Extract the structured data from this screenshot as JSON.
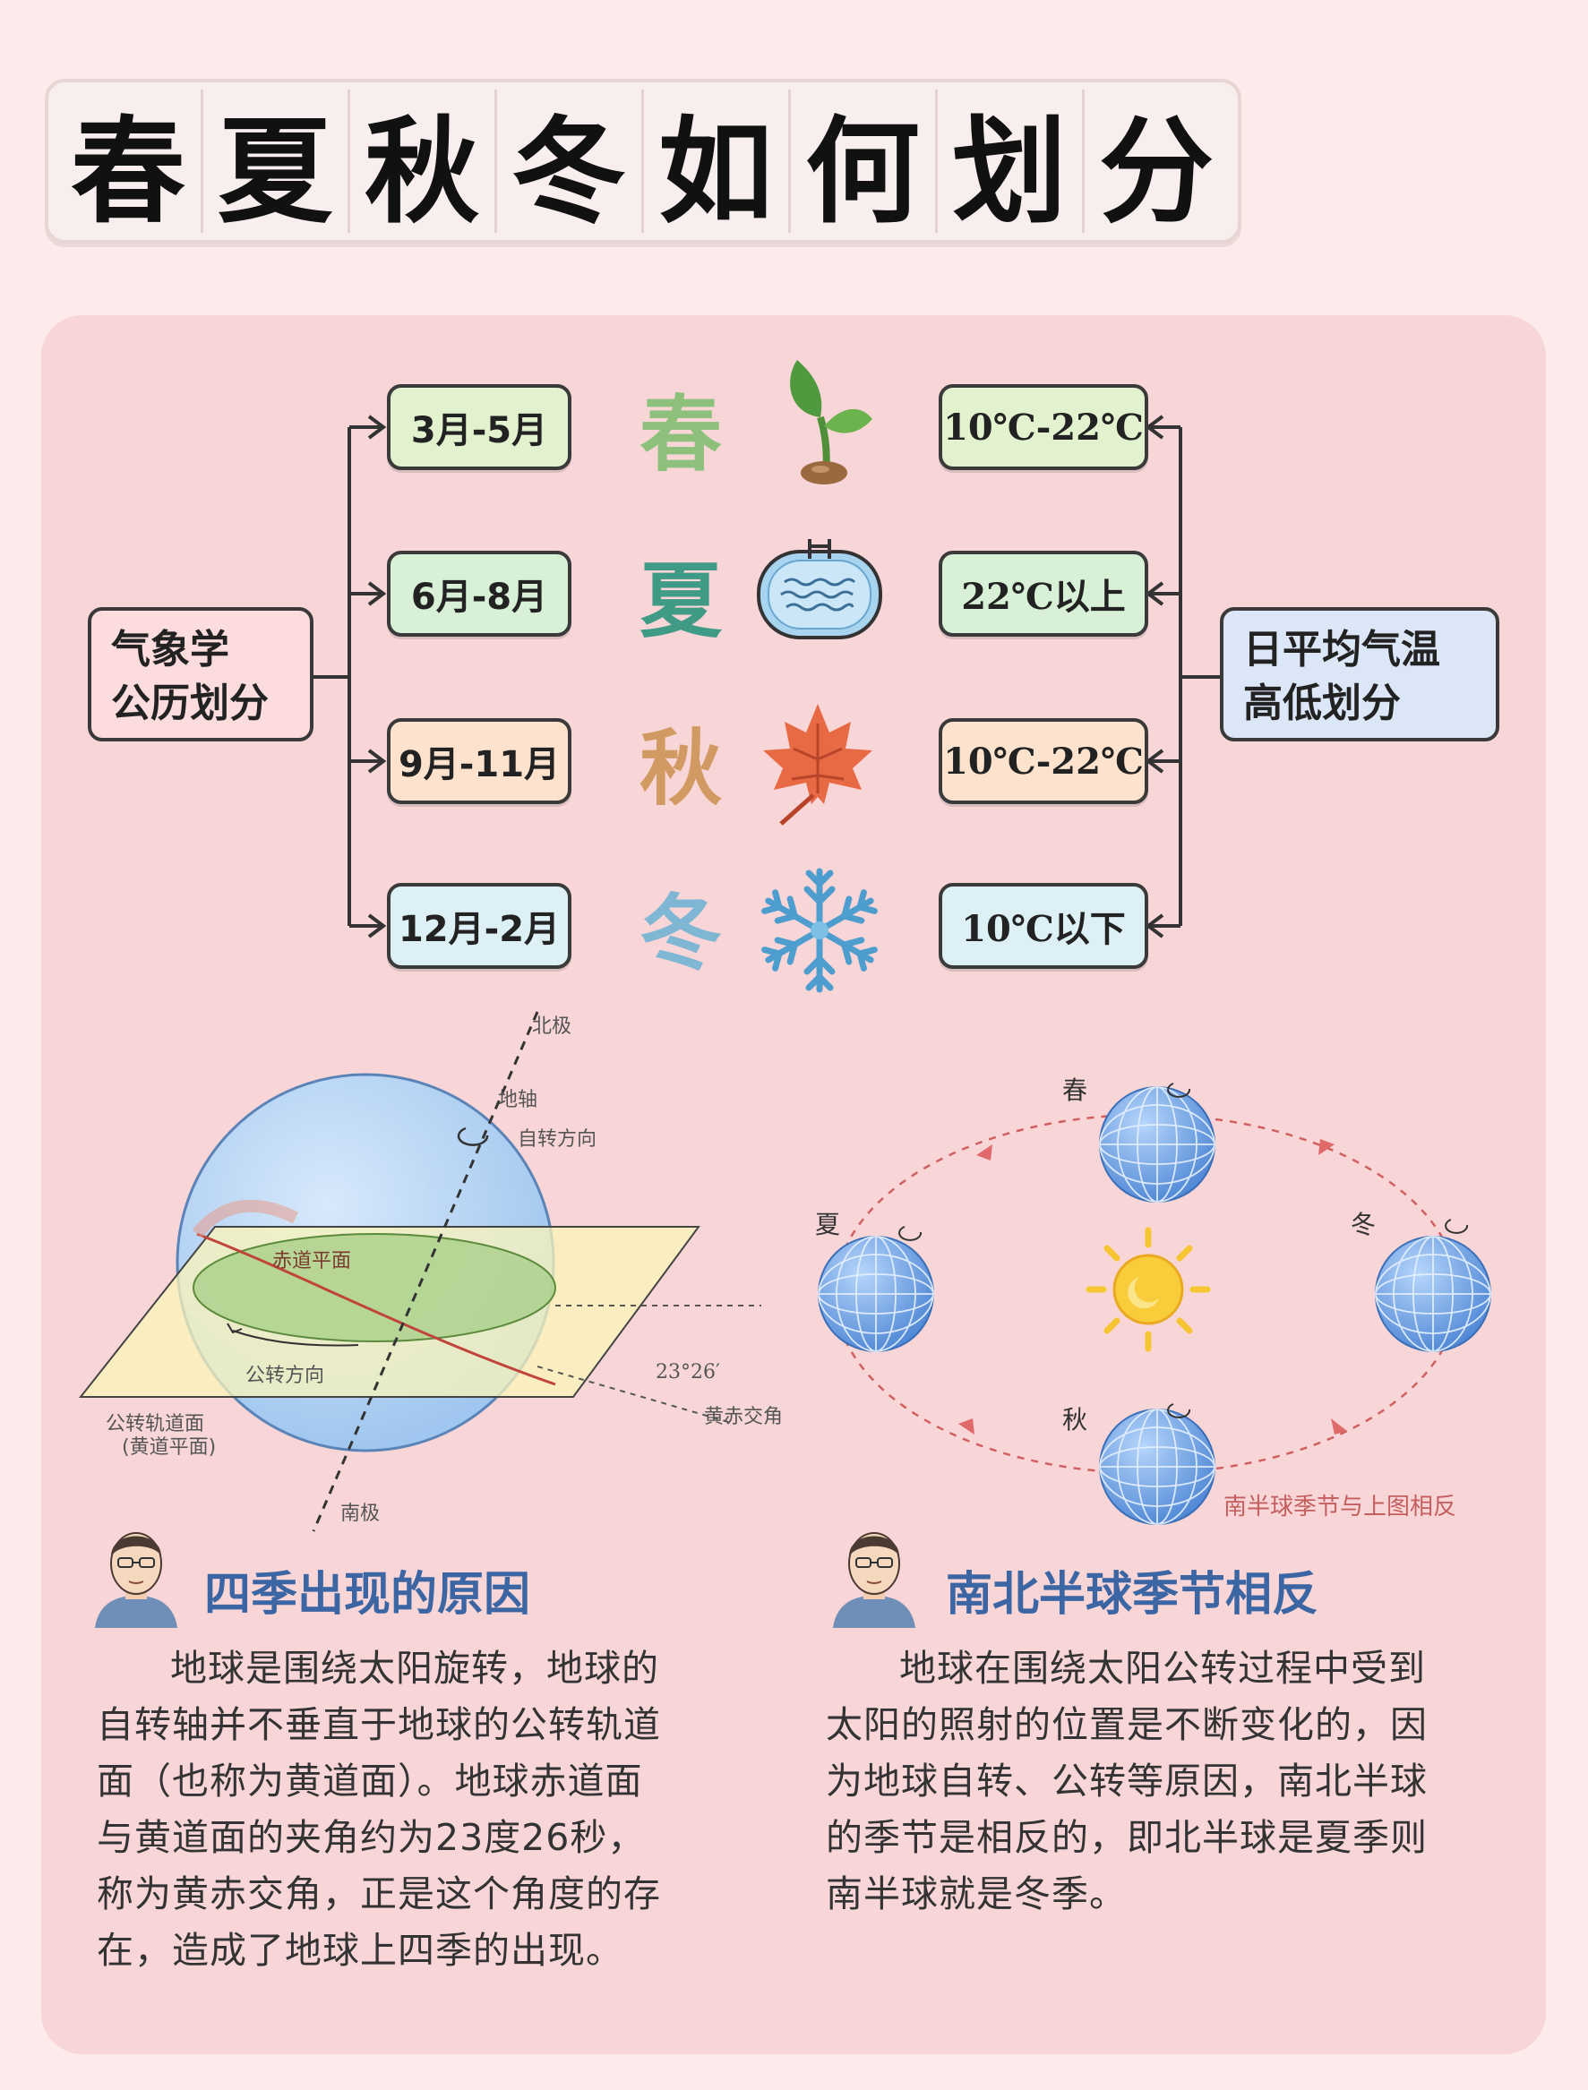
{
  "title": {
    "chars": [
      "春",
      "夏",
      "秋",
      "冬",
      "如",
      "何",
      "划",
      "分"
    ]
  },
  "meteorology_box": {
    "line1": "气象学",
    "line2": "公历划分"
  },
  "temperature_box": {
    "line1": "日平均气温",
    "line2": "高低划分"
  },
  "seasons": [
    {
      "name": "春",
      "months": "3月-5月",
      "temp": "10℃-22℃",
      "color": "#8dc07a",
      "box_bg": "#e2f2cf",
      "icon": "sprout-icon"
    },
    {
      "name": "夏",
      "months": "6月-8月",
      "temp": "22℃以上",
      "color": "#3f9a86",
      "box_bg": "#d8f0d5",
      "icon": "pool-icon"
    },
    {
      "name": "秋",
      "months": "9月-11月",
      "temp": "10℃-22℃",
      "color": "#d29a63",
      "box_bg": "#fde3cd",
      "icon": "maple-leaf-icon"
    },
    {
      "name": "冬",
      "months": "12月-2月",
      "temp": "10℃以下",
      "color": "#7fb6d3",
      "box_bg": "#dcf0f6",
      "icon": "snowflake-icon"
    }
  ],
  "tilt_diagram": {
    "north_pole": "北极",
    "axis": "地轴",
    "rotation": "自转方向",
    "equator_plane": "赤道平面",
    "revolution": "公转方向",
    "orbit_plane_line1": "公转轨道面",
    "orbit_plane_line2": "(黄道平面)",
    "angle_value": "23°26′",
    "obliquity": "黄赤交角",
    "south_pole": "南极"
  },
  "orbit_diagram": {
    "spring": "春",
    "summer": "夏",
    "autumn": "秋",
    "winter": "冬",
    "caption": "南半球季节与上图相反",
    "sun_color": "#f7c531",
    "globe_color": "#5d97e0"
  },
  "section_left": {
    "title": "四季出现的原因",
    "lines": [
      "地球是围绕太阳旋转，地球的",
      "自转轴并不垂直于地球的公转轨道",
      "面（也称为黄道面）。地球赤道面",
      "与黄道面的夹角约为23度26秒，",
      "称为黄赤交角，正是这个角度的存",
      "在，造成了地球上四季的出现。"
    ]
  },
  "section_right": {
    "title": "南北半球季节相反",
    "lines": [
      "地球在围绕太阳公转过程中受到",
      "太阳的照射的位置是不断变化的，因",
      "为地球自转、公转等原因，南北半球",
      "的季节是相反的，即北半球是夏季则",
      "南半球就是冬季。"
    ]
  }
}
